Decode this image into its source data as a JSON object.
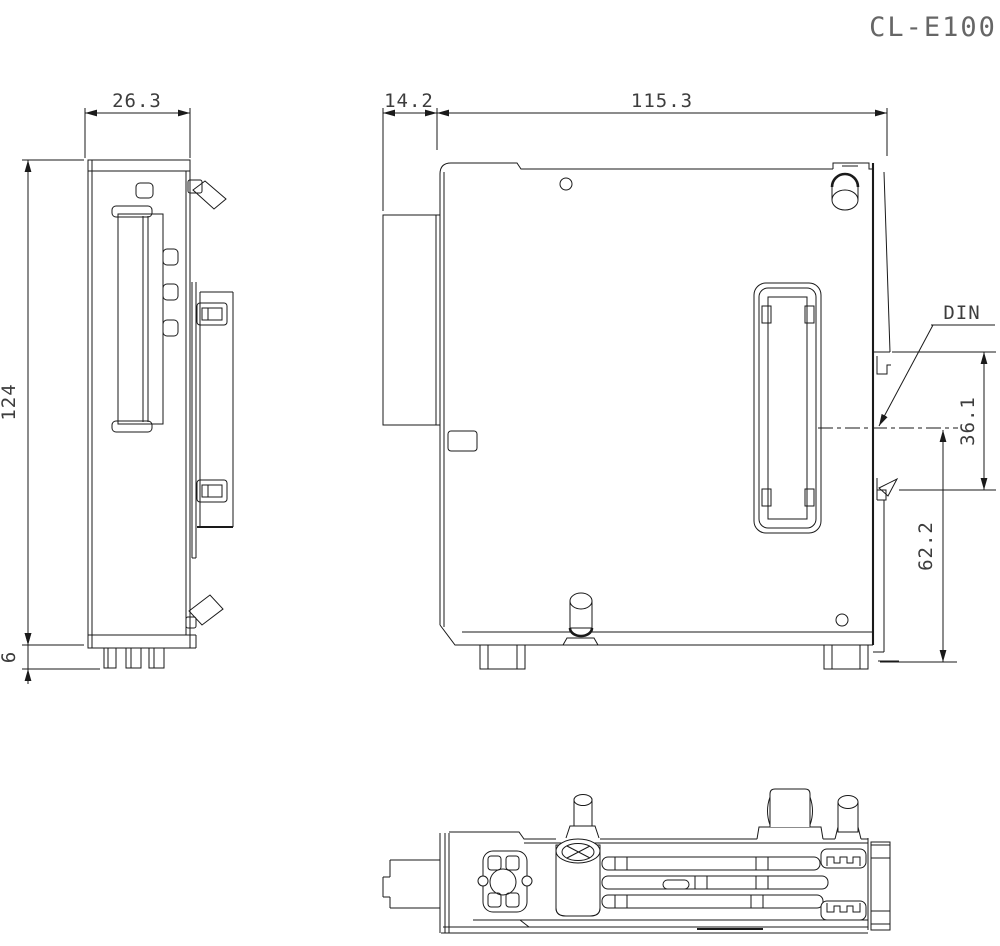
{
  "title": "CL-E100",
  "views": {
    "side": {
      "dim_width": "26.3",
      "dim_height": "124",
      "dim_feet": "6"
    },
    "front": {
      "dim_offset": "14.2",
      "dim_width": "115.3",
      "label_din": "DIN",
      "dim_din_upper": "36.1",
      "dim_din_lower": "62.2"
    }
  },
  "colors": {
    "line": "#1a1a1a",
    "dim_text": "#3d3d3d",
    "title_text": "#666666",
    "background": "#ffffff"
  }
}
